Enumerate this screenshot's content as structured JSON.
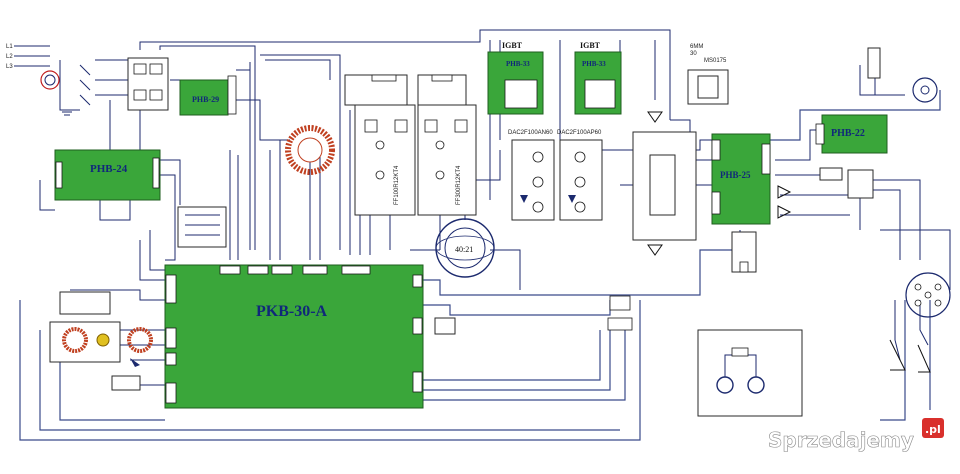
{
  "boards": {
    "phb24": "PHB-24",
    "pkb30a": "PKB-30-A",
    "phb29": "PHB-29",
    "phb33_left": "PHB-33",
    "phb33_right": "PHB-33",
    "phb22": "PHB-22",
    "phb25": "PHB-25"
  },
  "labels": {
    "igbt_left": "IGBT",
    "igbt_right": "IGBT",
    "dac_left": "DAC2F100AN60",
    "dac_right": "DAC2F100AP60",
    "mm6": "6MM",
    "mm_val": "30",
    "ms": "MS0175",
    "transformer_ratio": "40:21",
    "ff_left": "FF100R12KT4",
    "ff_right": "FF300R12KT4"
  },
  "watermark": {
    "brand": "Sprzedajemy",
    "suffix": ".pl"
  },
  "colors": {
    "board_green": "#3aa63a",
    "wire_blue": "#1c2a6e",
    "watermark_red": "#d9302c"
  }
}
